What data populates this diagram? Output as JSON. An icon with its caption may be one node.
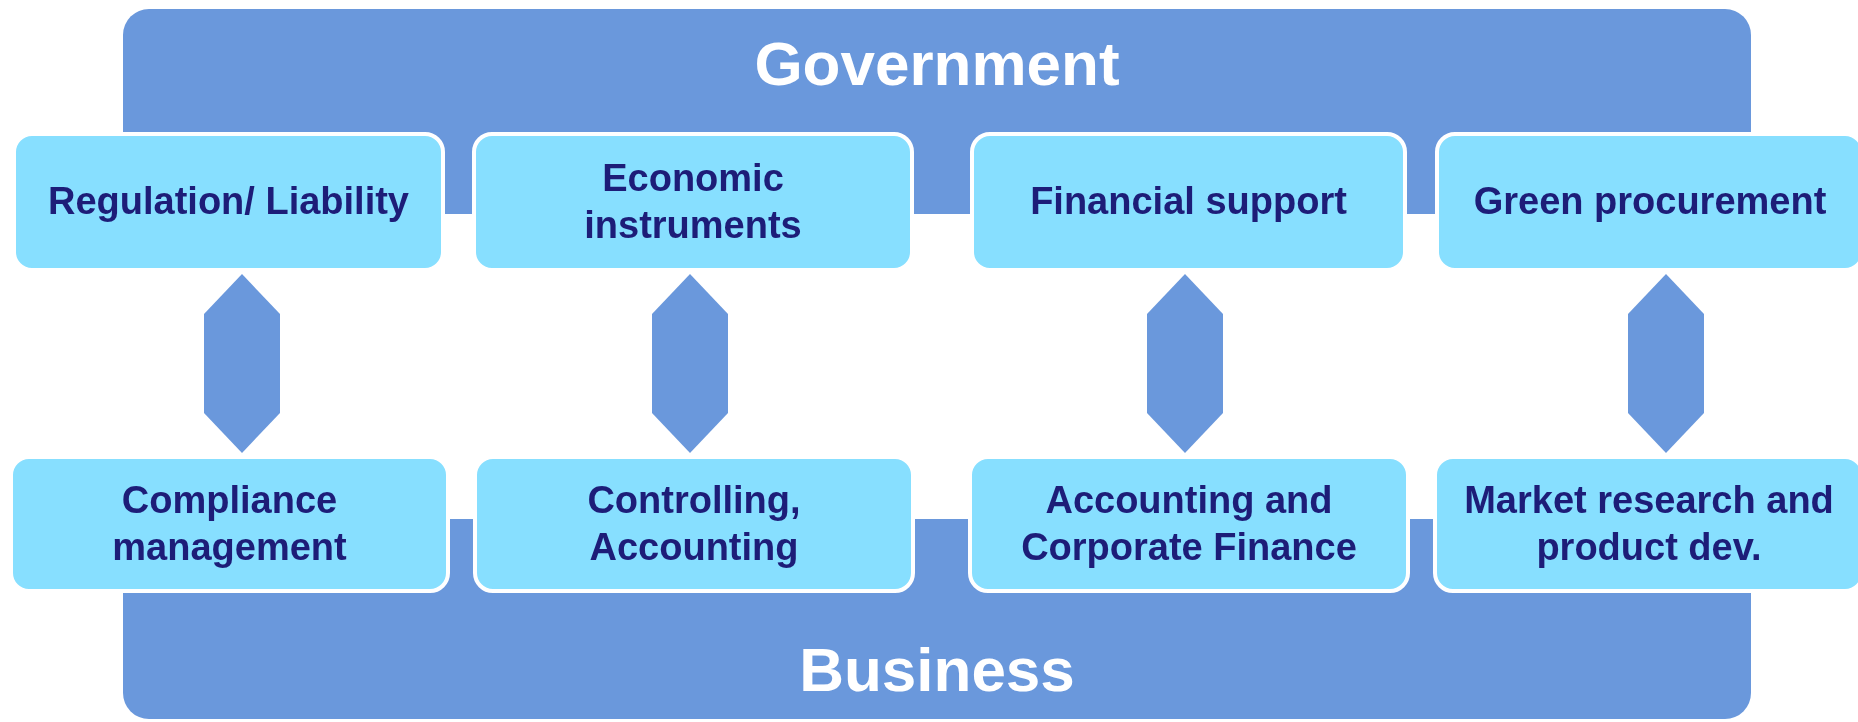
{
  "diagram": {
    "nodes": [
      {
        "text": [
          "Government"
        ]
      },
      {
        "text": [
          "Regulation/ Liability"
        ]
      },
      {
        "text": [
          "Economic instruments"
        ]
      },
      {
        "text": [
          "Financial support"
        ]
      },
      {
        "text": [
          "Green procurement"
        ]
      },
      {
        "text": [
          "Compliance management"
        ]
      },
      {
        "text": [
          "Controlling, Accounting"
        ]
      },
      {
        "text": [
          "Accounting and Corporate Finance"
        ]
      },
      {
        "text": [
          "Market research and product dev."
        ]
      },
      {
        "text": [
          "Business"
        ]
      }
    ],
    "edges": [
      {
        "from": 1,
        "to": 5,
        "arrow": "both"
      },
      {
        "from": 2,
        "to": 6,
        "arrow": "both"
      },
      {
        "from": 3,
        "to": 7,
        "arrow": "both"
      },
      {
        "from": 4,
        "to": 8,
        "arrow": "both"
      }
    ]
  }
}
